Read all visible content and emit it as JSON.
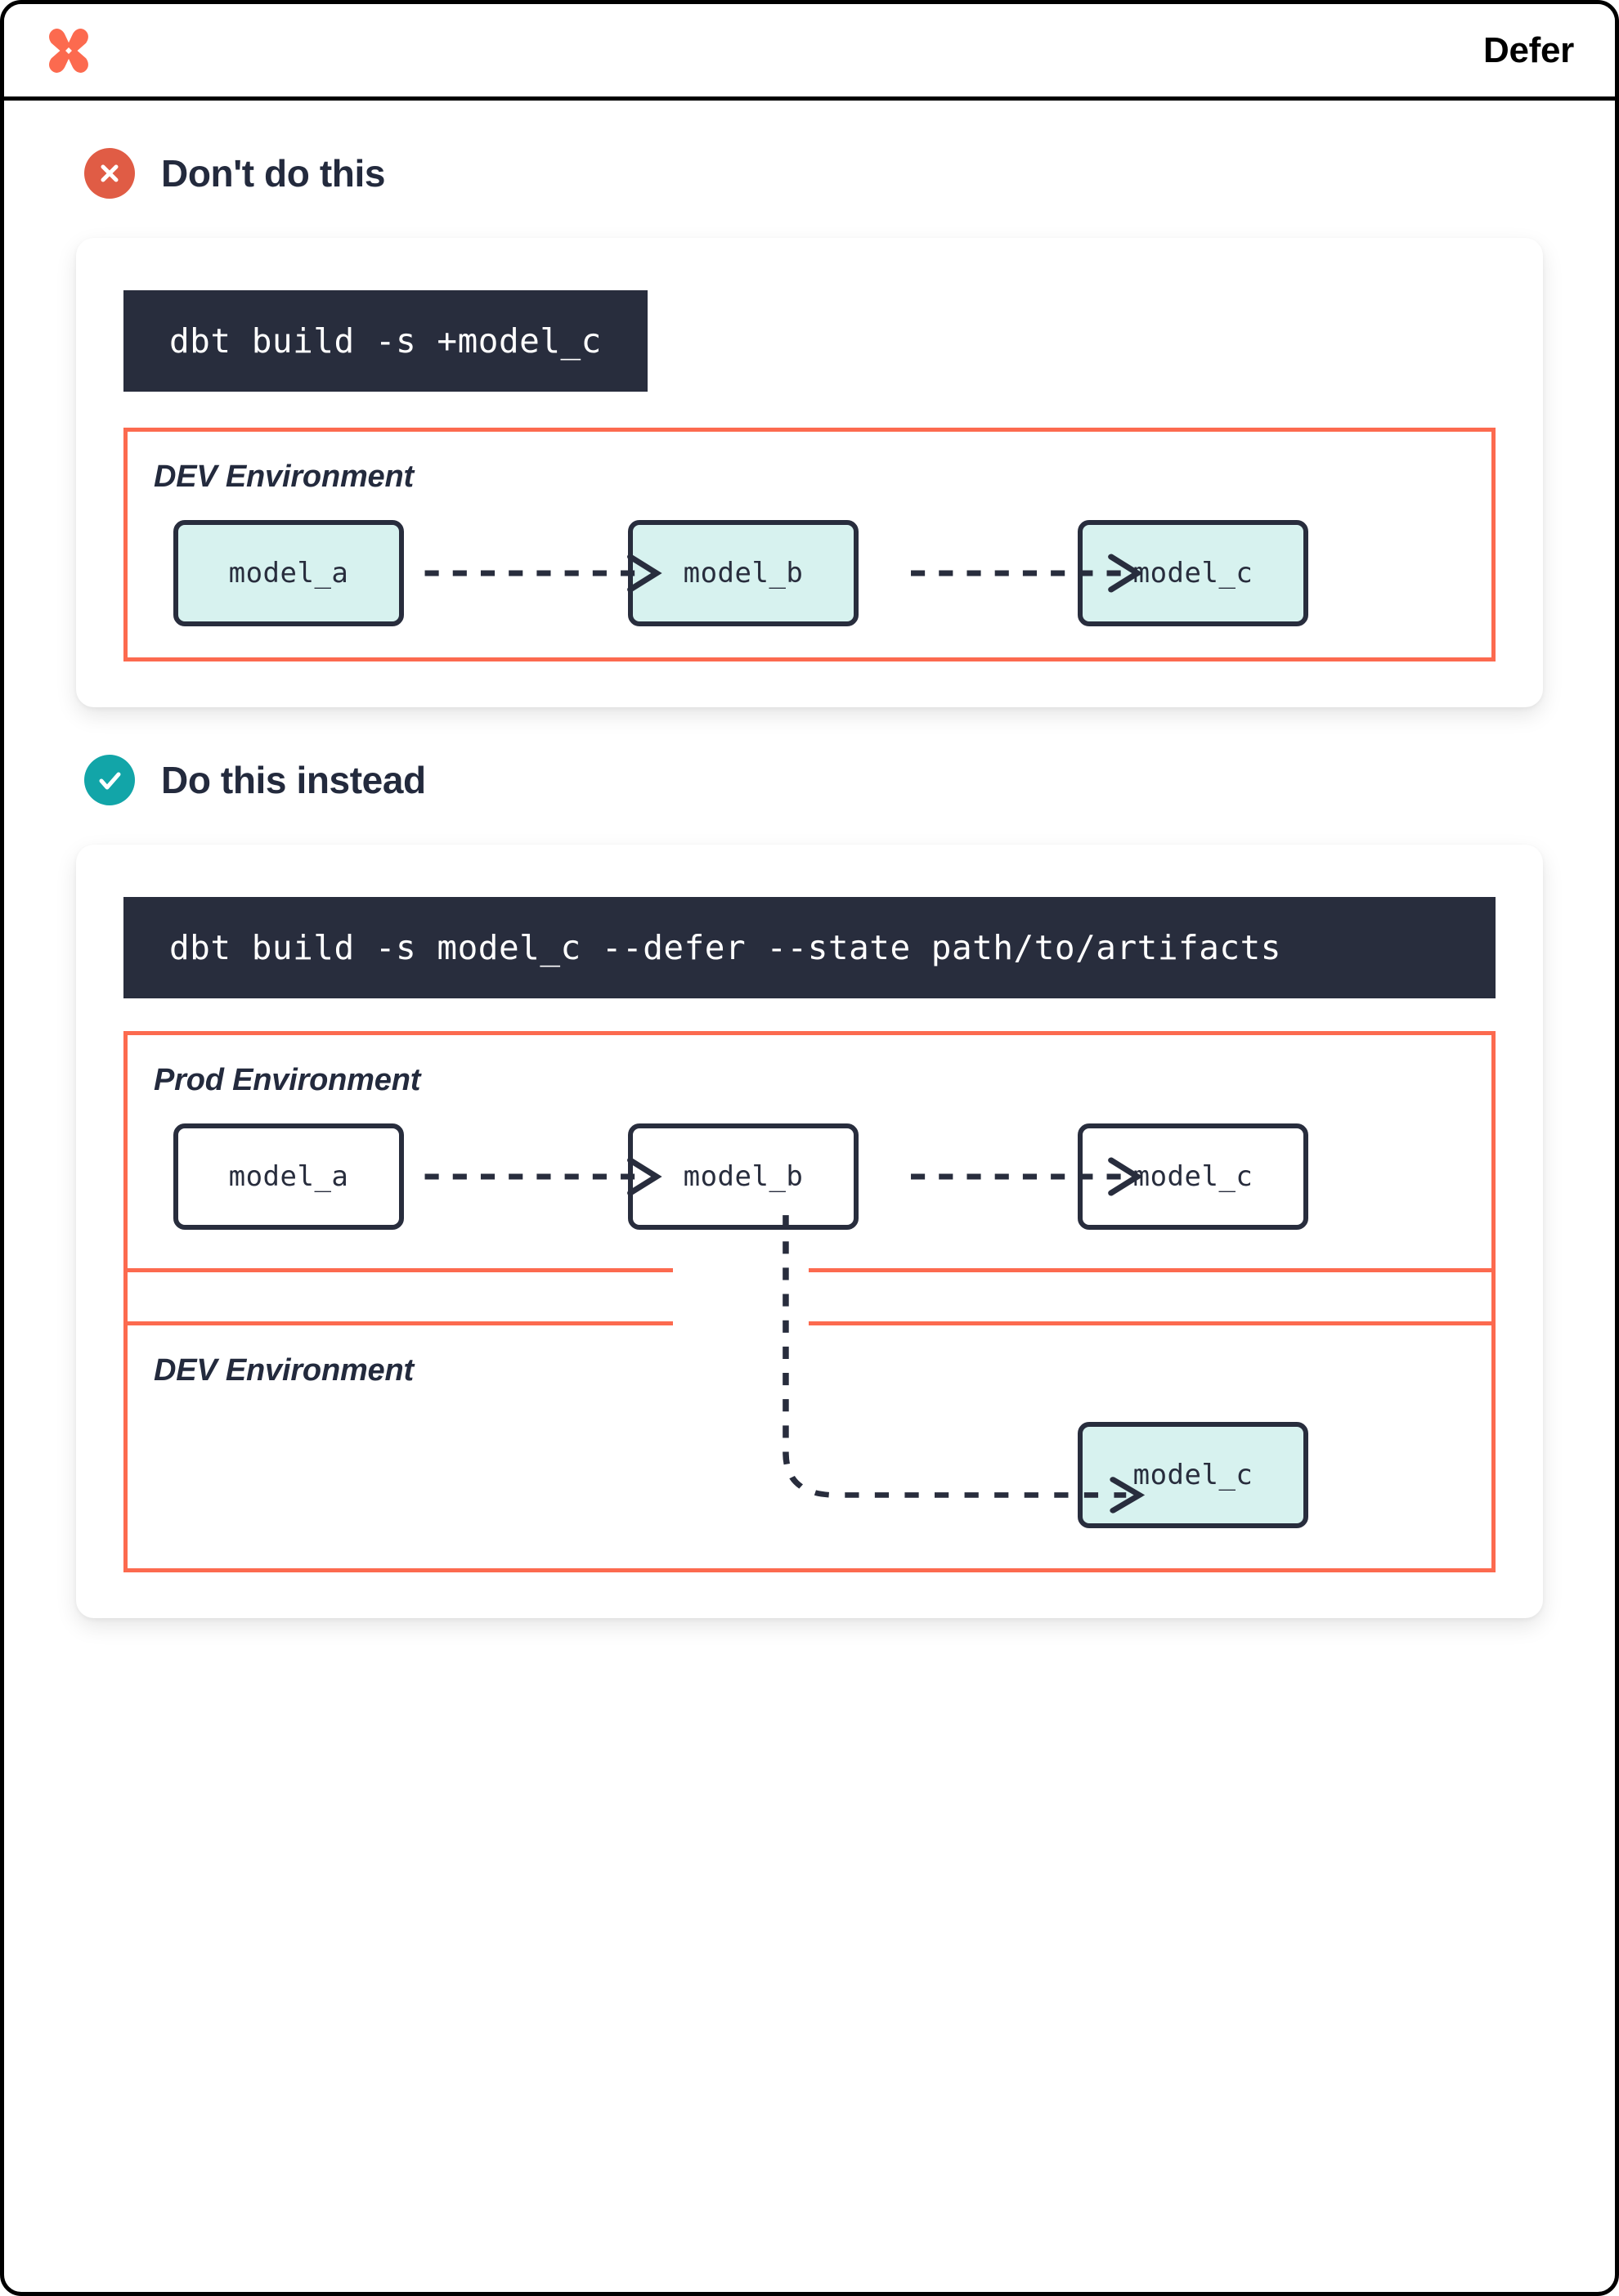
{
  "header": {
    "logo_icon": "dbt-x-logo-icon",
    "logo_color": "#fc6a4f",
    "title": "Defer"
  },
  "colors": {
    "accent_orange": "#fc6a4f",
    "bad_badge": "#e05c45",
    "good_badge": "#12a5a8",
    "dark": "#282d3d",
    "model_fill_teal": "#d7f2ef",
    "terminal_bg": "#282d3d"
  },
  "sections": [
    {
      "id": "dont-do-this",
      "badge_icon": "x-circle-icon",
      "badge_kind": "bad",
      "title": "Don't do this",
      "command": "dbt build -s +model_c",
      "environments": [
        {
          "label": "DEV Environment",
          "nodes": [
            {
              "label": "model_a",
              "filled": true
            },
            {
              "label": "model_b",
              "filled": true
            },
            {
              "label": "model_c",
              "filled": true
            }
          ]
        }
      ]
    },
    {
      "id": "do-this-instead",
      "badge_icon": "check-circle-icon",
      "badge_kind": "good",
      "title": "Do this instead",
      "command": "dbt build -s model_c --defer --state path/to/artifacts",
      "environments": [
        {
          "label": "Prod Environment",
          "nodes": [
            {
              "label": "model_a",
              "filled": false
            },
            {
              "label": "model_b",
              "filled": false
            },
            {
              "label": "model_c",
              "filled": false
            }
          ]
        },
        {
          "label": "DEV Environment",
          "nodes": [
            {
              "label": "model_c",
              "filled": true
            }
          ]
        }
      ]
    }
  ]
}
